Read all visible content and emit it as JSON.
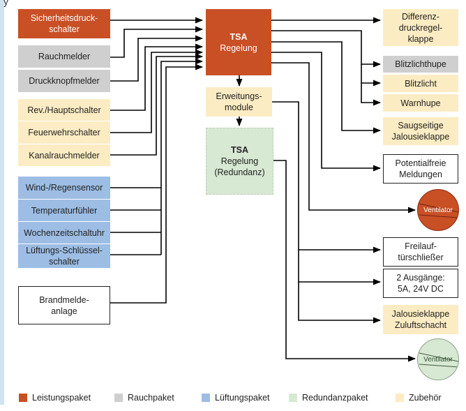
{
  "inputs": {
    "sicherheitsdruckschalter": "Sicherheitsdruck-\nschalter",
    "rauchmelder": "Rauchmelder",
    "druckknopfmelder": "Druckknopfmelder",
    "rev_hauptschalter": "Rev./Hauptschalter",
    "feuerwehrschalter": "Feuerwehrschalter",
    "kanalrauchmelder": "Kanalrauchmelder",
    "wind_regensensor": "Wind-/Regensensor",
    "temperaturfuehler": "Temperaturfühler",
    "wochenzeitschaltuhr": "Wochenzeitschaltuhr",
    "lueftungs_schluesselschalter": "Lüftungs-Schlüssel-\nschalter",
    "brandmeldeanlage": "Brandmelde-\nanlage"
  },
  "center": {
    "tsa_title": "TSA",
    "tsa_subtitle": "Regelung",
    "erweiterungsmodule": "Erweitungs-\nmodule",
    "tsa_redundant_title": "TSA",
    "tsa_redundant_subtitle": "Regelung\n(Redundanz)"
  },
  "outputs": {
    "differenzdruckregelklappe": "Differenz-\ndruckregel-\nklappe",
    "blitzlichthupe": "Blitzlichthupe",
    "blitzlicht": "Blitzlicht",
    "warnhupe": "Warnhupe",
    "saugseitige_jalousieklappe": "Saugseitige\nJalousieklappe",
    "potentialfreie_meldungen": "Potentialfreie\nMeldungen",
    "ventilator_1": "Ventilator",
    "freilauftuerschliesser": "Freilauf-\ntürschließer",
    "ausgaenge": "2 Ausgänge:\n5A, 24V DC",
    "jalousieklappe_zuluftschacht": "Jalousieklappe\nZuluftschacht",
    "ventilator_2": "Ventilator"
  },
  "legend": {
    "leistungspaket": "Leistungspaket",
    "rauchpaket": "Rauchpaket",
    "lueftungspaket": "Lüftungspaket",
    "redundanzpaket": "Redundanzpaket",
    "zubehoer": "Zubehör"
  },
  "colors": {
    "leistungspaket": "#c94f25",
    "rauchpaket": "#cfcfcf",
    "lueftungspaket": "#9dbde4",
    "redundanzpaket": "#d7e8d3",
    "zubehoer": "#fcecc3"
  }
}
